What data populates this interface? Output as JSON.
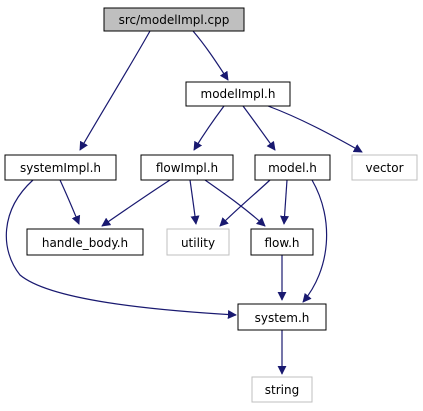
{
  "nodes": {
    "src_modelimpl_cpp": {
      "label": "src/modelImpl.cpp",
      "style": "root"
    },
    "modelimpl_h": {
      "label": "modelImpl.h",
      "style": "normal"
    },
    "systemimpl_h": {
      "label": "systemImpl.h",
      "style": "normal"
    },
    "flowimpl_h": {
      "label": "flowImpl.h",
      "style": "normal"
    },
    "model_h": {
      "label": "model.h",
      "style": "normal"
    },
    "vector": {
      "label": "vector",
      "style": "external"
    },
    "handle_body_h": {
      "label": "handle_body.h",
      "style": "normal"
    },
    "utility": {
      "label": "utility",
      "style": "external"
    },
    "flow_h": {
      "label": "flow.h",
      "style": "normal"
    },
    "system_h": {
      "label": "system.h",
      "style": "normal"
    },
    "string": {
      "label": "string",
      "style": "external"
    }
  },
  "edges": [
    {
      "from": "src_modelimpl_cpp",
      "to": "modelimpl_h"
    },
    {
      "from": "src_modelimpl_cpp",
      "to": "systemimpl_h"
    },
    {
      "from": "modelimpl_h",
      "to": "flowimpl_h"
    },
    {
      "from": "modelimpl_h",
      "to": "model_h"
    },
    {
      "from": "modelimpl_h",
      "to": "vector"
    },
    {
      "from": "systemimpl_h",
      "to": "handle_body_h"
    },
    {
      "from": "systemimpl_h",
      "to": "system_h"
    },
    {
      "from": "flowimpl_h",
      "to": "handle_body_h"
    },
    {
      "from": "flowimpl_h",
      "to": "utility"
    },
    {
      "from": "flowimpl_h",
      "to": "flow_h"
    },
    {
      "from": "model_h",
      "to": "utility"
    },
    {
      "from": "model_h",
      "to": "flow_h"
    },
    {
      "from": "model_h",
      "to": "system_h"
    },
    {
      "from": "flow_h",
      "to": "system_h"
    },
    {
      "from": "system_h",
      "to": "string"
    }
  ],
  "colors": {
    "root_fill": "#bfbfbf",
    "node_border": "#000000",
    "external_border": "#bfbfbf",
    "edge": "#191970"
  }
}
